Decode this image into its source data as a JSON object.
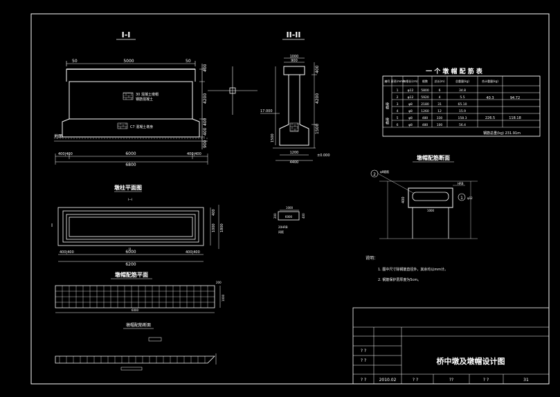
{
  "colors": {
    "background": "#000000",
    "line": "#ffffff",
    "accent": "#ff3a3a"
  },
  "sections": {
    "section_1": "I-I",
    "section_2": "II-II",
    "pier_plan": "墩柱平面图",
    "cap_rebar_plan": "墩帽配筋平面",
    "cap_rebar_section_a": "墩帽配筋断面",
    "cap_rebar_section_b": "墩帽配筋断面"
  },
  "section_1_dims": {
    "top_left": "50",
    "top_mid": "5000",
    "top_right": "50",
    "bottom_left": "400|400",
    "bottom_mid": "6000",
    "bottom_right": "400|400",
    "bottom_total": "6800",
    "right_a": "400",
    "right_b": "4200",
    "right_c": "400",
    "right_d": "400",
    "right_e": "900"
  },
  "section_1_labels": {
    "cap_note_1": "30 混凝土墩帽",
    "cap_note_2": "钢筋混凝土",
    "body_note": "C7 混凝土墩身",
    "ground": "地面"
  },
  "section_2_dims": {
    "top_a": "1000",
    "top_b": "900",
    "left_a": "400",
    "left_b": "4200",
    "left_c": "1500",
    "elev_note": "17.000",
    "bottom_a": "1200",
    "bottom_b": "4400",
    "base_note": "±0.000"
  },
  "plan_dims": {
    "left_mark": "I",
    "top_note": "I—I",
    "bottom_left": "400|400",
    "bottom_mid": "6000",
    "bottom_right": "400|400",
    "bottom_total": "6200",
    "bottom_mark": "II",
    "right_a": "400",
    "right_b": "1000",
    "right_c": "400",
    "right_d": "1800"
  },
  "rebar_plan_dims": {
    "bottom": "6000",
    "right_top": "200",
    "right_mid": "1000"
  },
  "small_section": {
    "top": "1000",
    "left_a": "200",
    "left_b": "400",
    "inner": "6000",
    "note_1": "20HRB",
    "note_2": "间距"
  },
  "rebar_table": {
    "title": "一 个 墩 帽 配 筋 表",
    "headers": [
      "编号",
      "直径(mm)",
      "每根长(cm)",
      "根数",
      "总长(m)",
      "总重量(kg)",
      "合计重量(kg)"
    ],
    "rows": [
      [
        "1",
        "φ12",
        "5800",
        "6",
        "34.8",
        "",
        ""
      ],
      [
        "2",
        "φ12",
        "5920",
        "4",
        "5.5",
        "",
        ""
      ],
      [
        "3",
        "φ8",
        "2180",
        "31",
        "65.10",
        "",
        ""
      ],
      [
        "4",
        "φ8",
        "1260",
        "12",
        "15.9",
        "",
        ""
      ],
      [
        "5",
        "φ8",
        "480",
        "330",
        "158.3",
        "",
        ""
      ],
      [
        "6",
        "φ8",
        "480",
        "100",
        "56.4",
        "",
        ""
      ]
    ],
    "group_1": "墩帽",
    "group_2": "墩帽",
    "sub_1": "40.3",
    "sub_2": "94.72",
    "sub_3": "226.5",
    "sub_4": "118.18",
    "footer": "钢筋总重(kg) 231.91m"
  },
  "detail_labels": {
    "callout_1": "2",
    "callout_1_text": "φ8箍筋",
    "callout_2": "1",
    "callout_2_text": "φ12",
    "top_right": "HRB",
    "dim_v": "400",
    "dim_h": "1000"
  },
  "notes": {
    "header": "说明：",
    "line_1": "1. 图中尺寸除钢筋直径外，其余均以mm计。",
    "line_2": "2. 钢筋保护层厚度为5cm。"
  },
  "title_block": {
    "drawing_title": "桥中墩及墩帽设计图",
    "r1": "? ?",
    "r2": "? ?",
    "r3": "? ?",
    "date": "2010.02",
    "c1": "? ?",
    "c2": "??",
    "c3": "? ?",
    "sheet": "31"
  }
}
